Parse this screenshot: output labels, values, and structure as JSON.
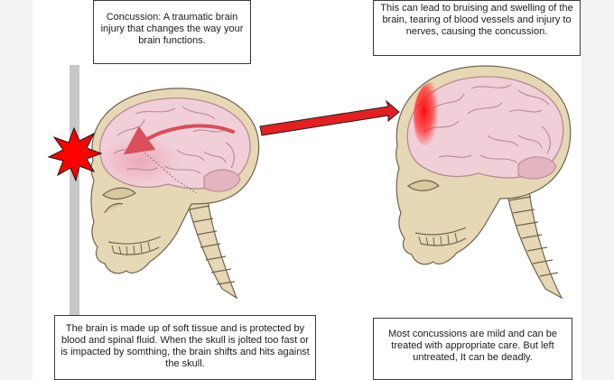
{
  "captions": {
    "definition": "Concussion: A traumatic brain injury that changes the way your brain functions.",
    "consequence": "This can lead to bruising and swelling of the brain, tearing of blood vessels and injury to nerves, causing the concussion.",
    "mechanism": "The brain is made up of soft tissue and is protected by blood and spinal fluid. When the skull  is jolted too fast or is impacted by somthing, the brain shifts and hits against the skull.",
    "outcome": "Most concussions are mild and can be treated with appropriate care. But left untreated, It can be deadly."
  },
  "colors": {
    "brain": "#f1cfd8",
    "brain_folds": "#b98995",
    "skull": "#e6d8b4",
    "skull_outline": "#6e6352",
    "wall": "#c8c8c8",
    "impact": "#ff0000",
    "bruise": "#ff2a2a",
    "arrow": "#e31f1f"
  }
}
